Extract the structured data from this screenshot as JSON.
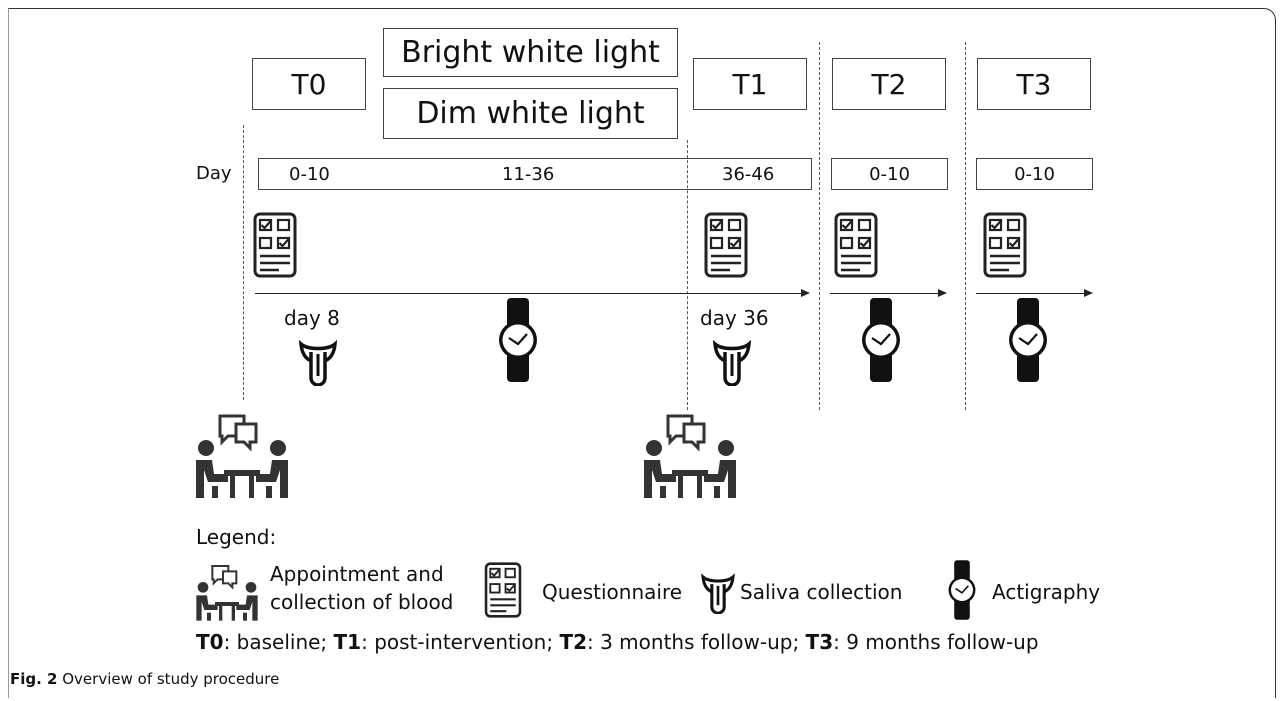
{
  "phases": {
    "t0": "T0",
    "t1": "T1",
    "t2": "T2",
    "t3": "T3"
  },
  "conditions": {
    "bright": "Bright white light",
    "dim": "Dim white light"
  },
  "timeline": {
    "day_label": "Day",
    "ranges": {
      "r1": "0-10",
      "r2": "11-36",
      "r3": "36-46",
      "r4": "0-10",
      "r5": "0-10"
    },
    "saliva_day_1": "day 8",
    "saliva_day_2": "day 36"
  },
  "legend": {
    "title": "Legend:",
    "appointment_line1": "Appointment and",
    "appointment_line2": "collection of blood",
    "questionnaire": "Questionnaire",
    "saliva": "Saliva collection",
    "actigraphy": "Actigraphy",
    "footer": {
      "t0_key": "T0",
      "t0_text": ": baseline; ",
      "t1_key": "T1",
      "t1_text": ": post-intervention; ",
      "t2_key": "T2",
      "t2_text": ": 3 months follow-up; ",
      "t3_key": "T3",
      "t3_text": ": 9 months follow-up"
    }
  },
  "caption": {
    "label": "Fig. 2",
    "text": " Overview of study procedure"
  },
  "icons": [
    "questionnaire-icon",
    "watch-icon",
    "saliva-tube-icon",
    "meeting-icon"
  ]
}
